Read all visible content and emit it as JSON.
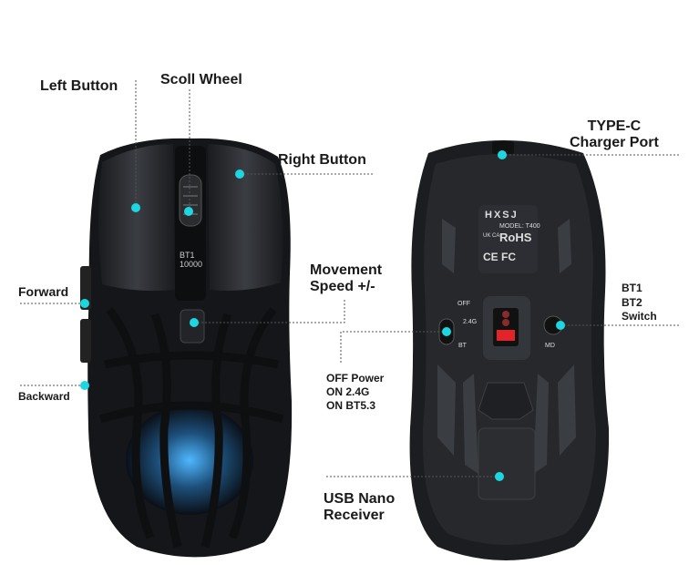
{
  "labels": {
    "left_button": "Left Button",
    "scroll_wheel": "Scoll Wheel",
    "right_button": "Right Button",
    "movement_speed": [
      "Movement",
      "Speed +/-"
    ],
    "forward": "Forward",
    "backward": "Backward",
    "type_c": [
      "TYPE-C",
      "Charger Port"
    ],
    "bt_switch": [
      "BT1",
      "BT2",
      "Switch"
    ],
    "power_switch": [
      "OFF Power",
      "ON 2.4G",
      "ON BT5.3"
    ],
    "usb_receiver": [
      "USB Nano",
      "Receiver"
    ]
  },
  "mouse_top": {
    "dpi_indicator": [
      "BT1",
      "10000"
    ]
  },
  "mouse_bottom": {
    "brand": "HXSJ",
    "model": "MODEL: T400",
    "certs": "RoHS",
    "cert_marks": [
      "UK CA",
      "CE",
      "FC"
    ],
    "switch_labels": {
      "off": "OFF",
      "g24": "2.4G",
      "bt": "BT",
      "md": "MD"
    }
  },
  "colors": {
    "dot": "#1fd6e0",
    "body": "#1c1d20",
    "sensor": "#e0242a"
  }
}
